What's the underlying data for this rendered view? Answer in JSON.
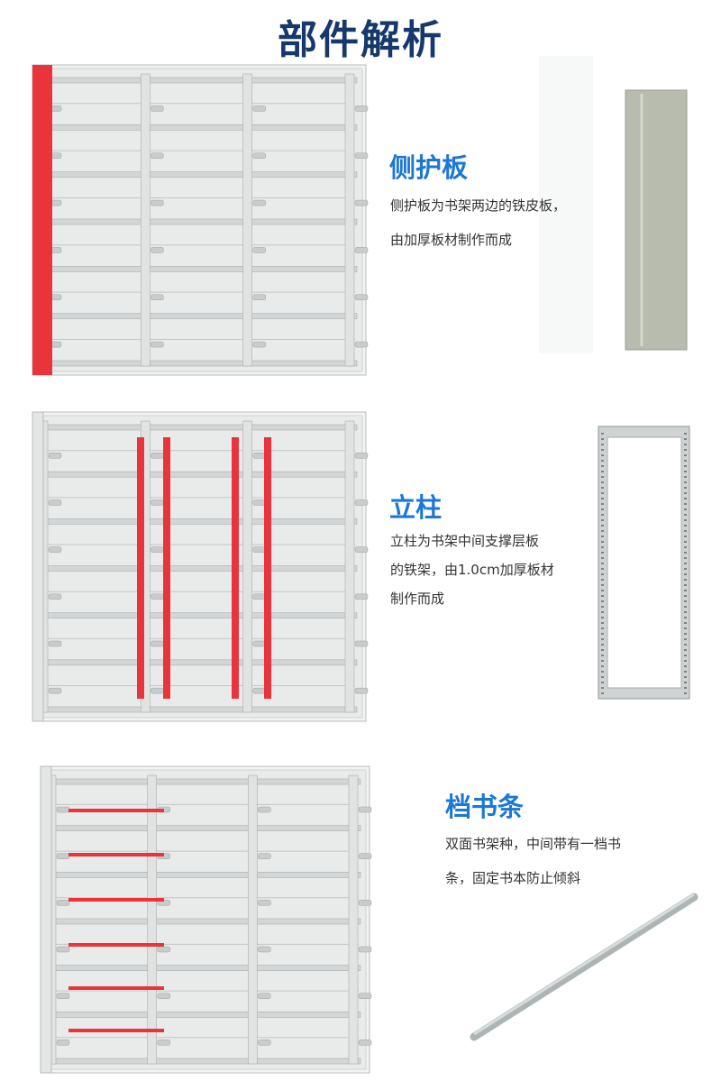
{
  "page_title": "部件解析",
  "sections": [
    {
      "heading": "侧护板",
      "lines": [
        "侧护板为书架两边的铁皮板，",
        "由加厚板材制作而成"
      ],
      "highlight": "side-panel"
    },
    {
      "heading": "立柱",
      "lines": [
        "立柱为书架中间支撑层板",
        "的铁架，由1.0cm加厚板材",
        "制作而成"
      ],
      "highlight": "uprights"
    },
    {
      "heading": "档书条",
      "lines": [
        "双面书架种，中间带有一档书",
        "条，固定书本防止倾斜"
      ],
      "highlight": "book-stop-bars"
    }
  ],
  "colors": {
    "title": "#16386a",
    "heading": "#1c78d4",
    "highlight": "#e8343a",
    "steel": "#dfe1e0",
    "part": "#b8bcae"
  }
}
